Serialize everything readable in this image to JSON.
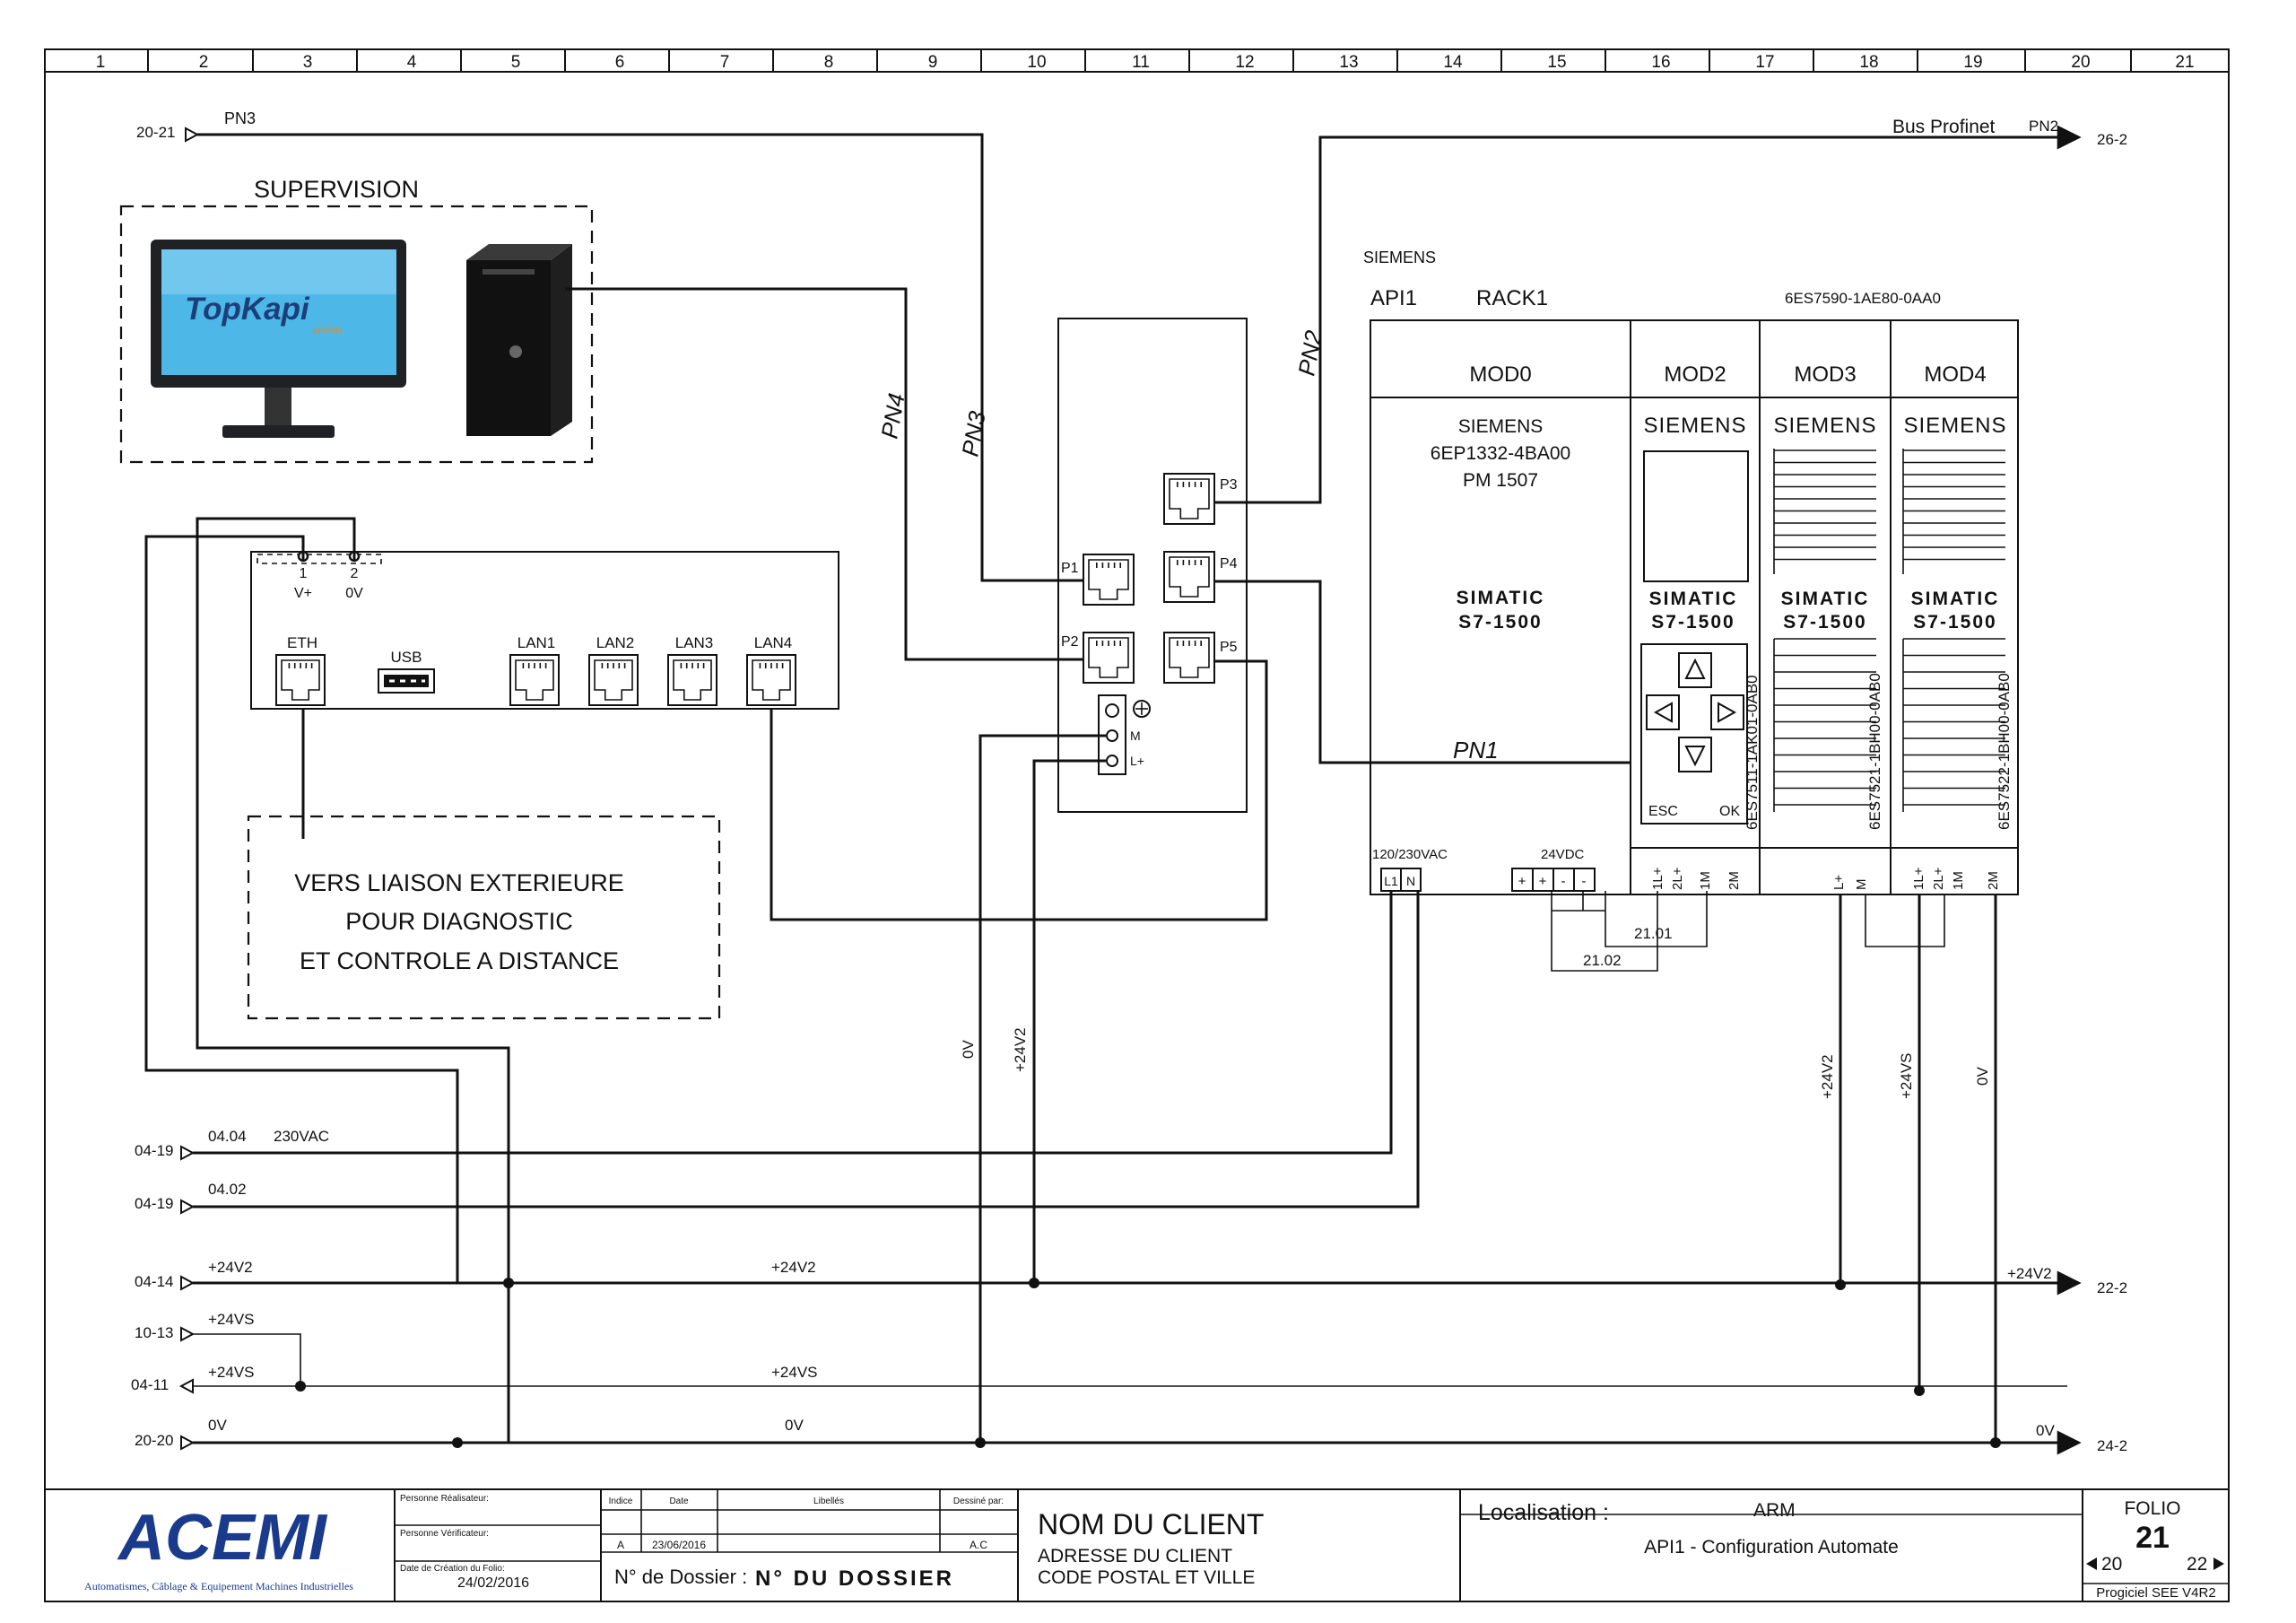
{
  "column_numbers": [
    "1",
    "2",
    "3",
    "4",
    "5",
    "6",
    "7",
    "8",
    "9",
    "10",
    "11",
    "12",
    "13",
    "14",
    "15",
    "16",
    "17",
    "18",
    "19",
    "20",
    "21"
  ],
  "supervision": {
    "title": "SUPERVISION",
    "software_name": "TopKapi",
    "software_sub": "vision"
  },
  "router": {
    "power_terminals": [
      "1",
      "2"
    ],
    "power_labels": [
      "V+",
      "0V"
    ],
    "ports": [
      "ETH",
      "USB",
      "LAN1",
      "LAN2",
      "LAN3",
      "LAN4"
    ]
  },
  "remote_note": [
    "VERS LIAISON EXTERIEURE",
    "POUR DIAGNOSTIC",
    "ET CONTROLE A DISTANCE"
  ],
  "switch": {
    "ports": [
      "P1",
      "P2",
      "P3",
      "P4",
      "P5"
    ],
    "terminals": [
      "M",
      "L+"
    ]
  },
  "network_links": {
    "pn1": "PN1",
    "pn2": "PN2",
    "pn3": "PN3",
    "pn4": "PN4",
    "bus_label": "Bus Profinet",
    "pn2_ref": "PN2",
    "pn2_dest": "26-2",
    "pn3_source": "20-21",
    "pn3_ref": "PN3"
  },
  "plc": {
    "brand": "SIEMENS",
    "name": "API1",
    "rack": "RACK1",
    "rail_ref": "6ES7590-1AE80-0AA0",
    "modules": [
      {
        "id": "MOD0",
        "brand": "SIEMENS",
        "ref": "6EP1332-4BA00",
        "model": "PM 1507",
        "series1": "SIMATIC",
        "series2": "S7-1500"
      },
      {
        "id": "MOD2",
        "brand": "SIEMENS",
        "series1": "SIMATIC",
        "series2": "S7-1500",
        "side_ref": "6ES7511-1AK01-0AB0"
      },
      {
        "id": "MOD3",
        "brand": "SIEMENS",
        "series1": "SIMATIC",
        "series2": "S7-1500",
        "side_ref": "6ES7521-1BH00-0AB0"
      },
      {
        "id": "MOD4",
        "brand": "SIEMENS",
        "series1": "SIMATIC",
        "series2": "S7-1500",
        "side_ref": "6ES7522-1BH00-0AB0"
      }
    ],
    "cpu_keys": [
      "ESC",
      "OK"
    ],
    "psu_in_label": "120/230VAC",
    "psu_in_terms": [
      "L1",
      "N"
    ],
    "psu_out_label": "24VDC",
    "psu_out_terms": [
      "+",
      "+",
      "-",
      "-"
    ],
    "cpu_terms": [
      "1L+",
      "2L+",
      "1M",
      "2M"
    ],
    "mod3_terms": [
      "L+",
      "M"
    ],
    "mod4_terms": [
      "1L+",
      "2L+",
      "1M",
      "2M"
    ],
    "bridge_a": "21.01",
    "bridge_b": "21.02"
  },
  "vertical_labels": {
    "sw_0v": "0V",
    "sw_24v": "+24V2",
    "mod3_24v": "+24V2",
    "mod4_24vs": "+24VS",
    "mod4_0v": "0V"
  },
  "buses": [
    {
      "src": "04-19",
      "wire": "04.04",
      "tag": "230VAC"
    },
    {
      "src": "04-19",
      "wire": "04.02"
    },
    {
      "src": "04-14",
      "name": "+24V2",
      "mid": "+24V2",
      "end": "+24V2",
      "dest": "22-2"
    },
    {
      "src": "10-13",
      "name": "+24VS"
    },
    {
      "src": "04-11",
      "name": "+24VS",
      "mid": "+24VS"
    },
    {
      "src": "20-20",
      "name": "0V",
      "mid": "0V",
      "end": "0V",
      "dest": "24-2"
    }
  ],
  "title_block": {
    "company_logo": "ACEMI",
    "company_tagline": "Automatismes, Câblage & Equipement Machines Industrielles",
    "realisateur_label": "Personne Réalisateur:",
    "verificateur_label": "Personne Vérificateur:",
    "creation_label": "Date de Création du Folio:",
    "creation_date": "24/02/2016",
    "rev_headers": [
      "Indice",
      "Date",
      "Libellés",
      "Dessiné par:"
    ],
    "rev_row": [
      "A",
      "23/06/2016",
      "",
      "A.C"
    ],
    "dossier_label": "N° de Dossier :",
    "dossier_value": "N° DU DOSSIER",
    "client_name": "NOM DU CLIENT",
    "client_address": "ADRESSE DU CLIENT",
    "client_city": "CODE POSTAL ET VILLE",
    "localisation_label": "Localisation :",
    "localisation_value": "ARM",
    "sheet_title": "API1 - Configuration Automate",
    "folio_label": "FOLIO",
    "folio_number": "21",
    "folio_prev": "20",
    "folio_next": "22",
    "software": "Progiciel SEE V4R2"
  }
}
